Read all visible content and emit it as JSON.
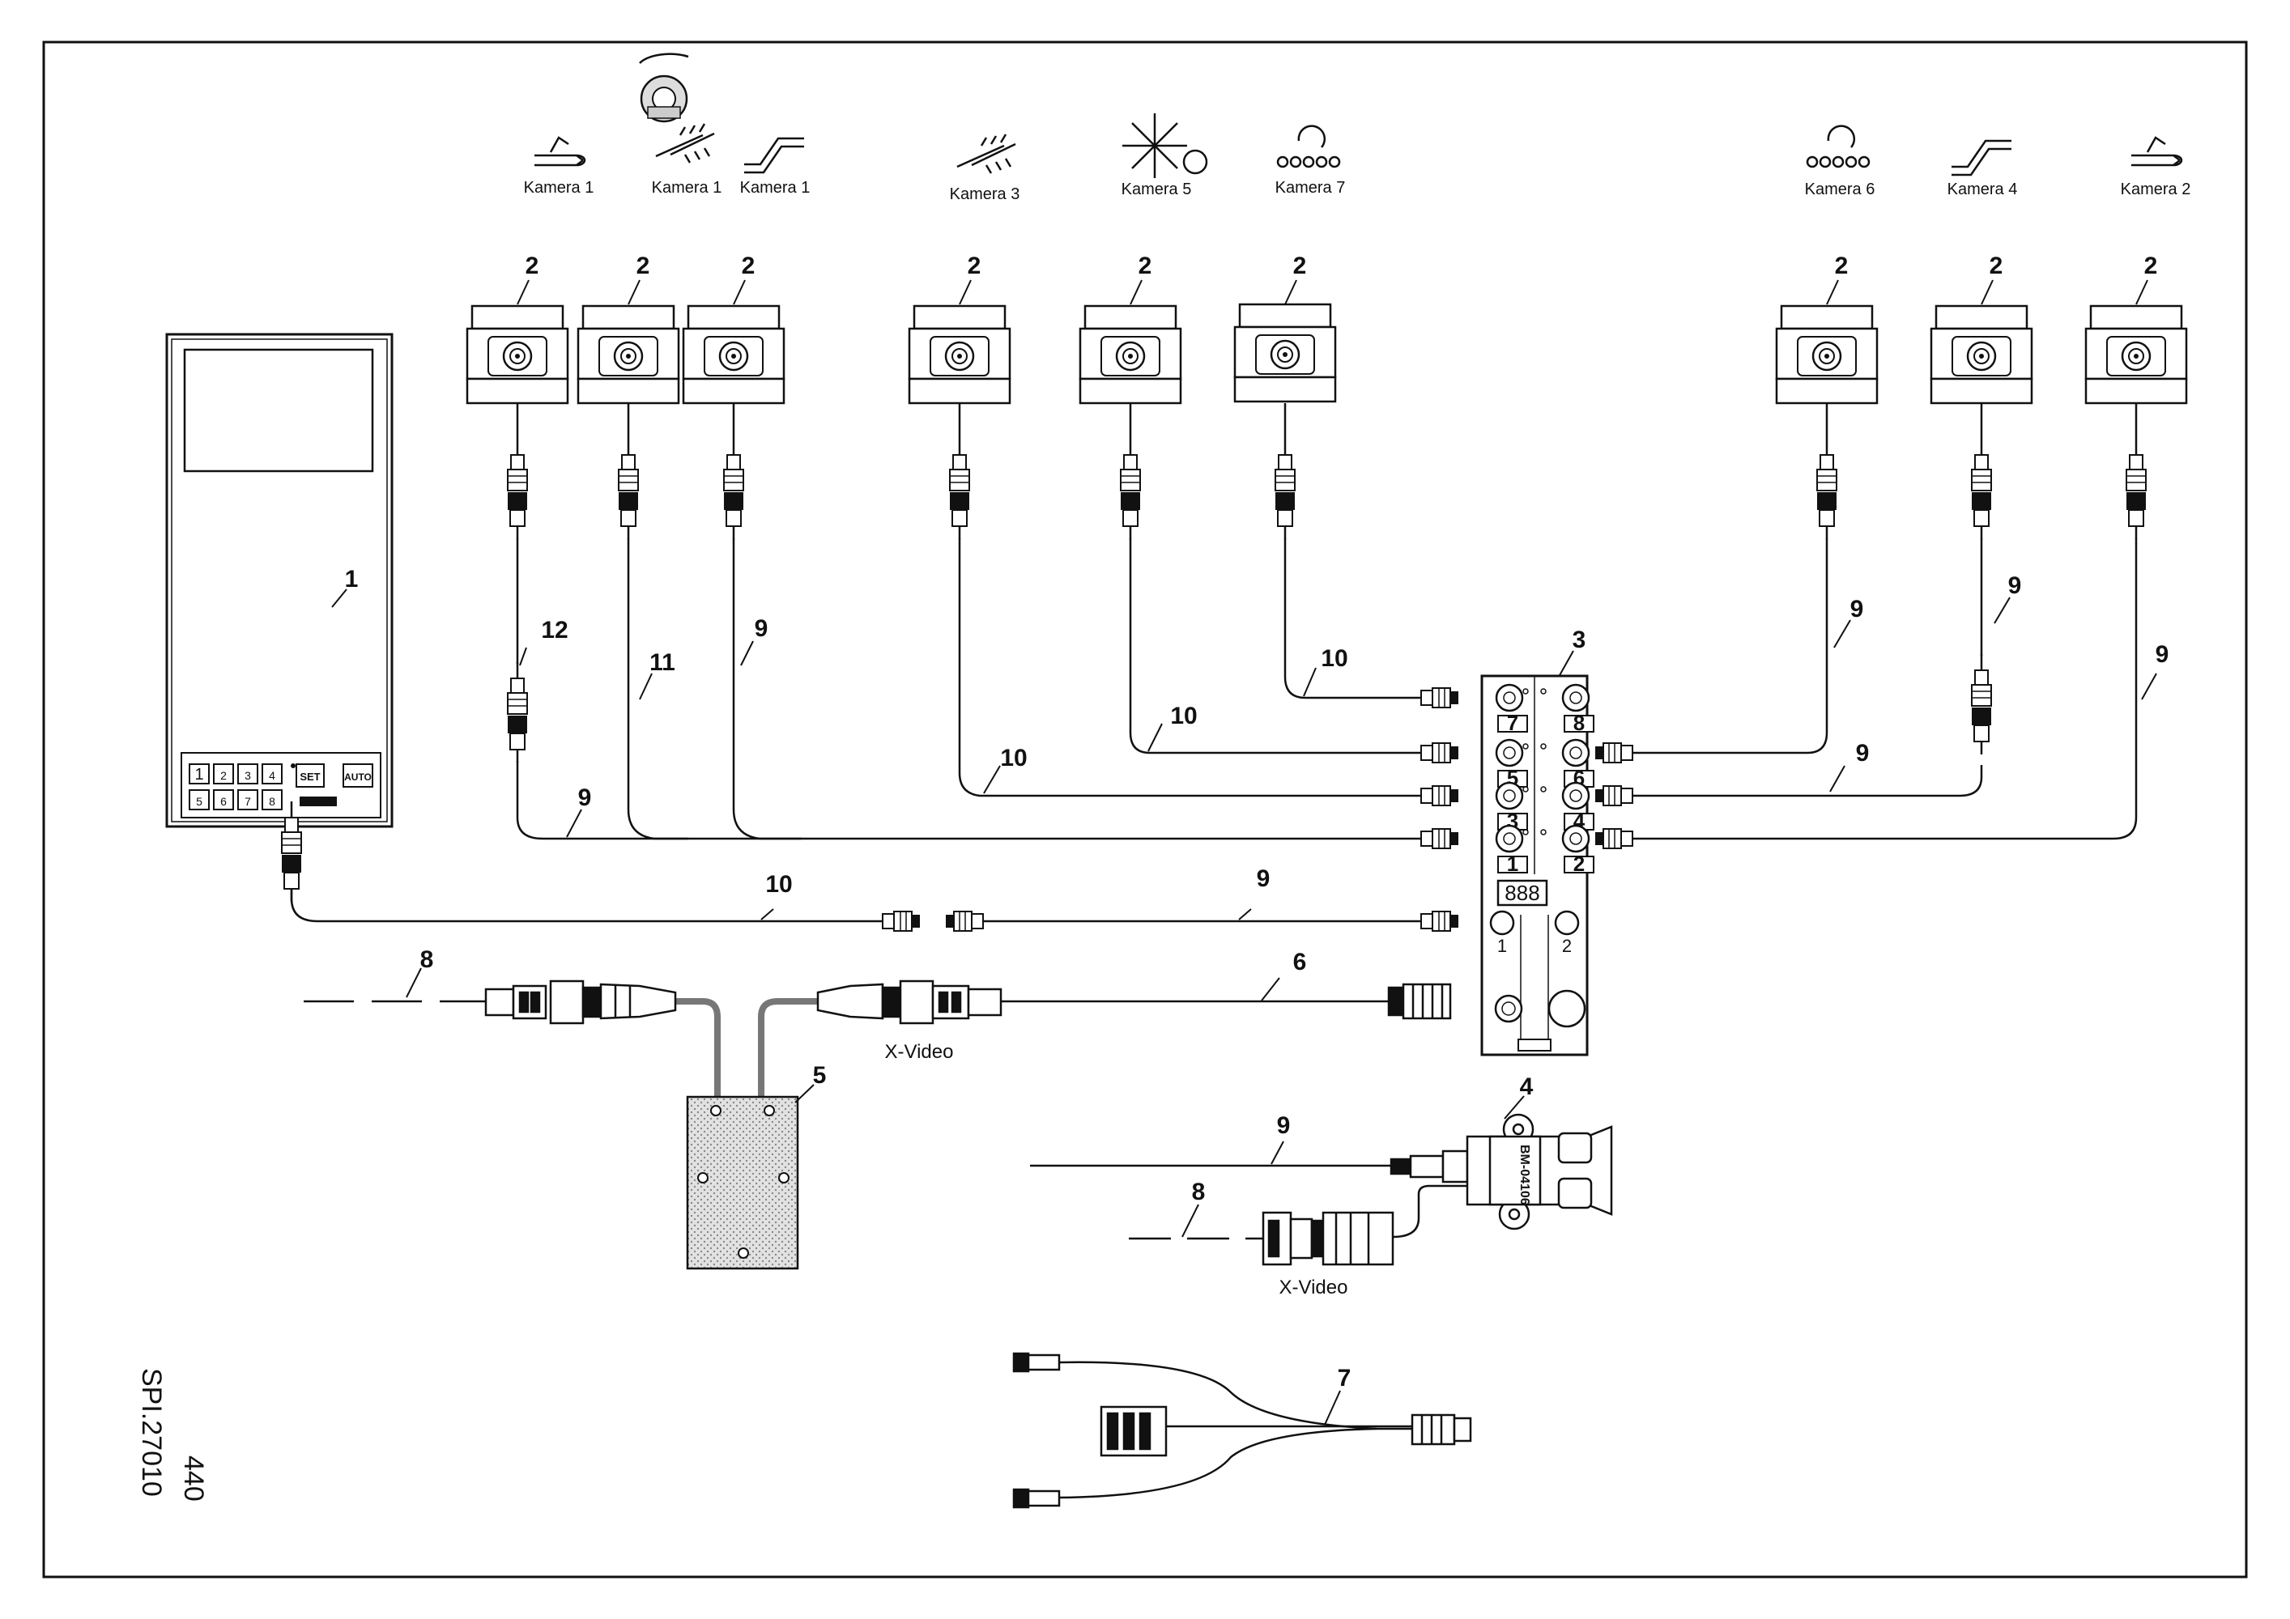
{
  "drawing": {
    "number": "440",
    "reference": "SPI.27010"
  },
  "camera_captions": [
    "Kamera 1",
    "Kamera 1",
    "Kamera 1",
    "Kamera 3",
    "Kamera 5",
    "Kamera 7",
    "Kamera 6",
    "Kamera 4",
    "Kamera 2"
  ],
  "camera_item_label": "2",
  "items": {
    "monitor": "1",
    "junction_box": "3",
    "adapter": "4",
    "control_box": "5",
    "cable_6": "6",
    "cable_7": "7",
    "cable_8": "8",
    "cable_9": "9",
    "cable_10": "10",
    "cable_11": "11",
    "cable_12": "12"
  },
  "connector_text": "X-Video",
  "monitor": {
    "keys": [
      "1",
      "2",
      "3",
      "4",
      "5",
      "6",
      "7",
      "8"
    ],
    "set_key": "SET",
    "auto_key": "AUTO"
  },
  "junction_box": {
    "ports": [
      "7",
      "8",
      "5",
      "6",
      "3",
      "4",
      "1",
      "2"
    ],
    "display": "888",
    "output_ports": [
      "1",
      "2"
    ]
  },
  "adapter_part_text": "BM-04106",
  "colors": {
    "line": "#111111",
    "background": "#ffffff"
  }
}
